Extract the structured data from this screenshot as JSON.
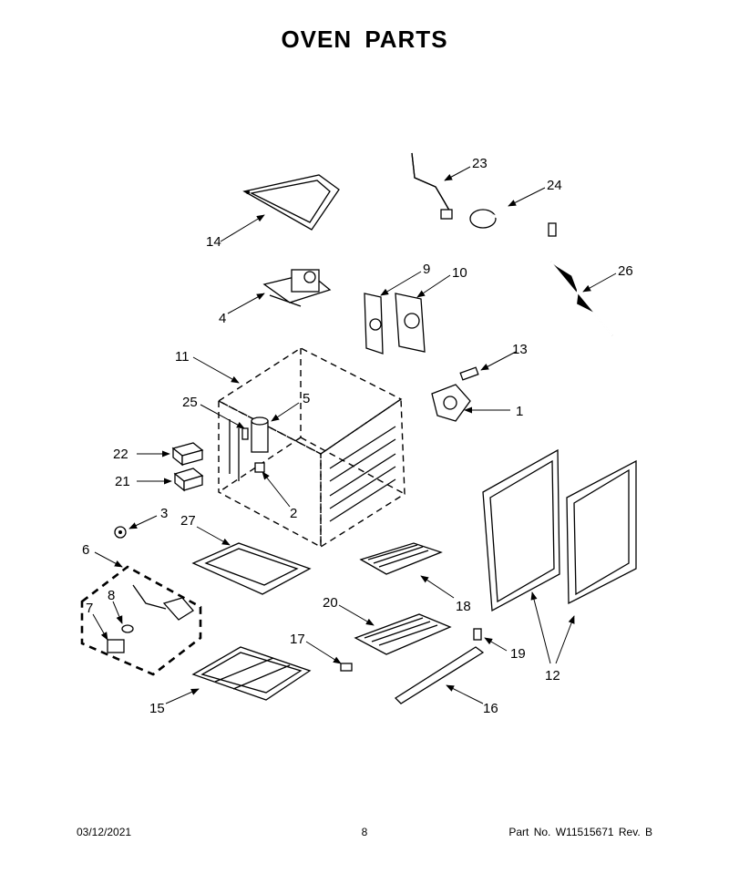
{
  "page": {
    "title": "OVEN PARTS",
    "date": "03/12/2021",
    "page_number": "8",
    "part_number": "Part No.  W11515671  Rev.  B"
  },
  "callouts": [
    "1",
    "2",
    "3",
    "4",
    "5",
    "6",
    "7",
    "8",
    "9",
    "10",
    "11",
    "12",
    "13",
    "14",
    "15",
    "16",
    "17",
    "18",
    "19",
    "20",
    "21",
    "22",
    "23",
    "24",
    "25",
    "26",
    "27"
  ]
}
